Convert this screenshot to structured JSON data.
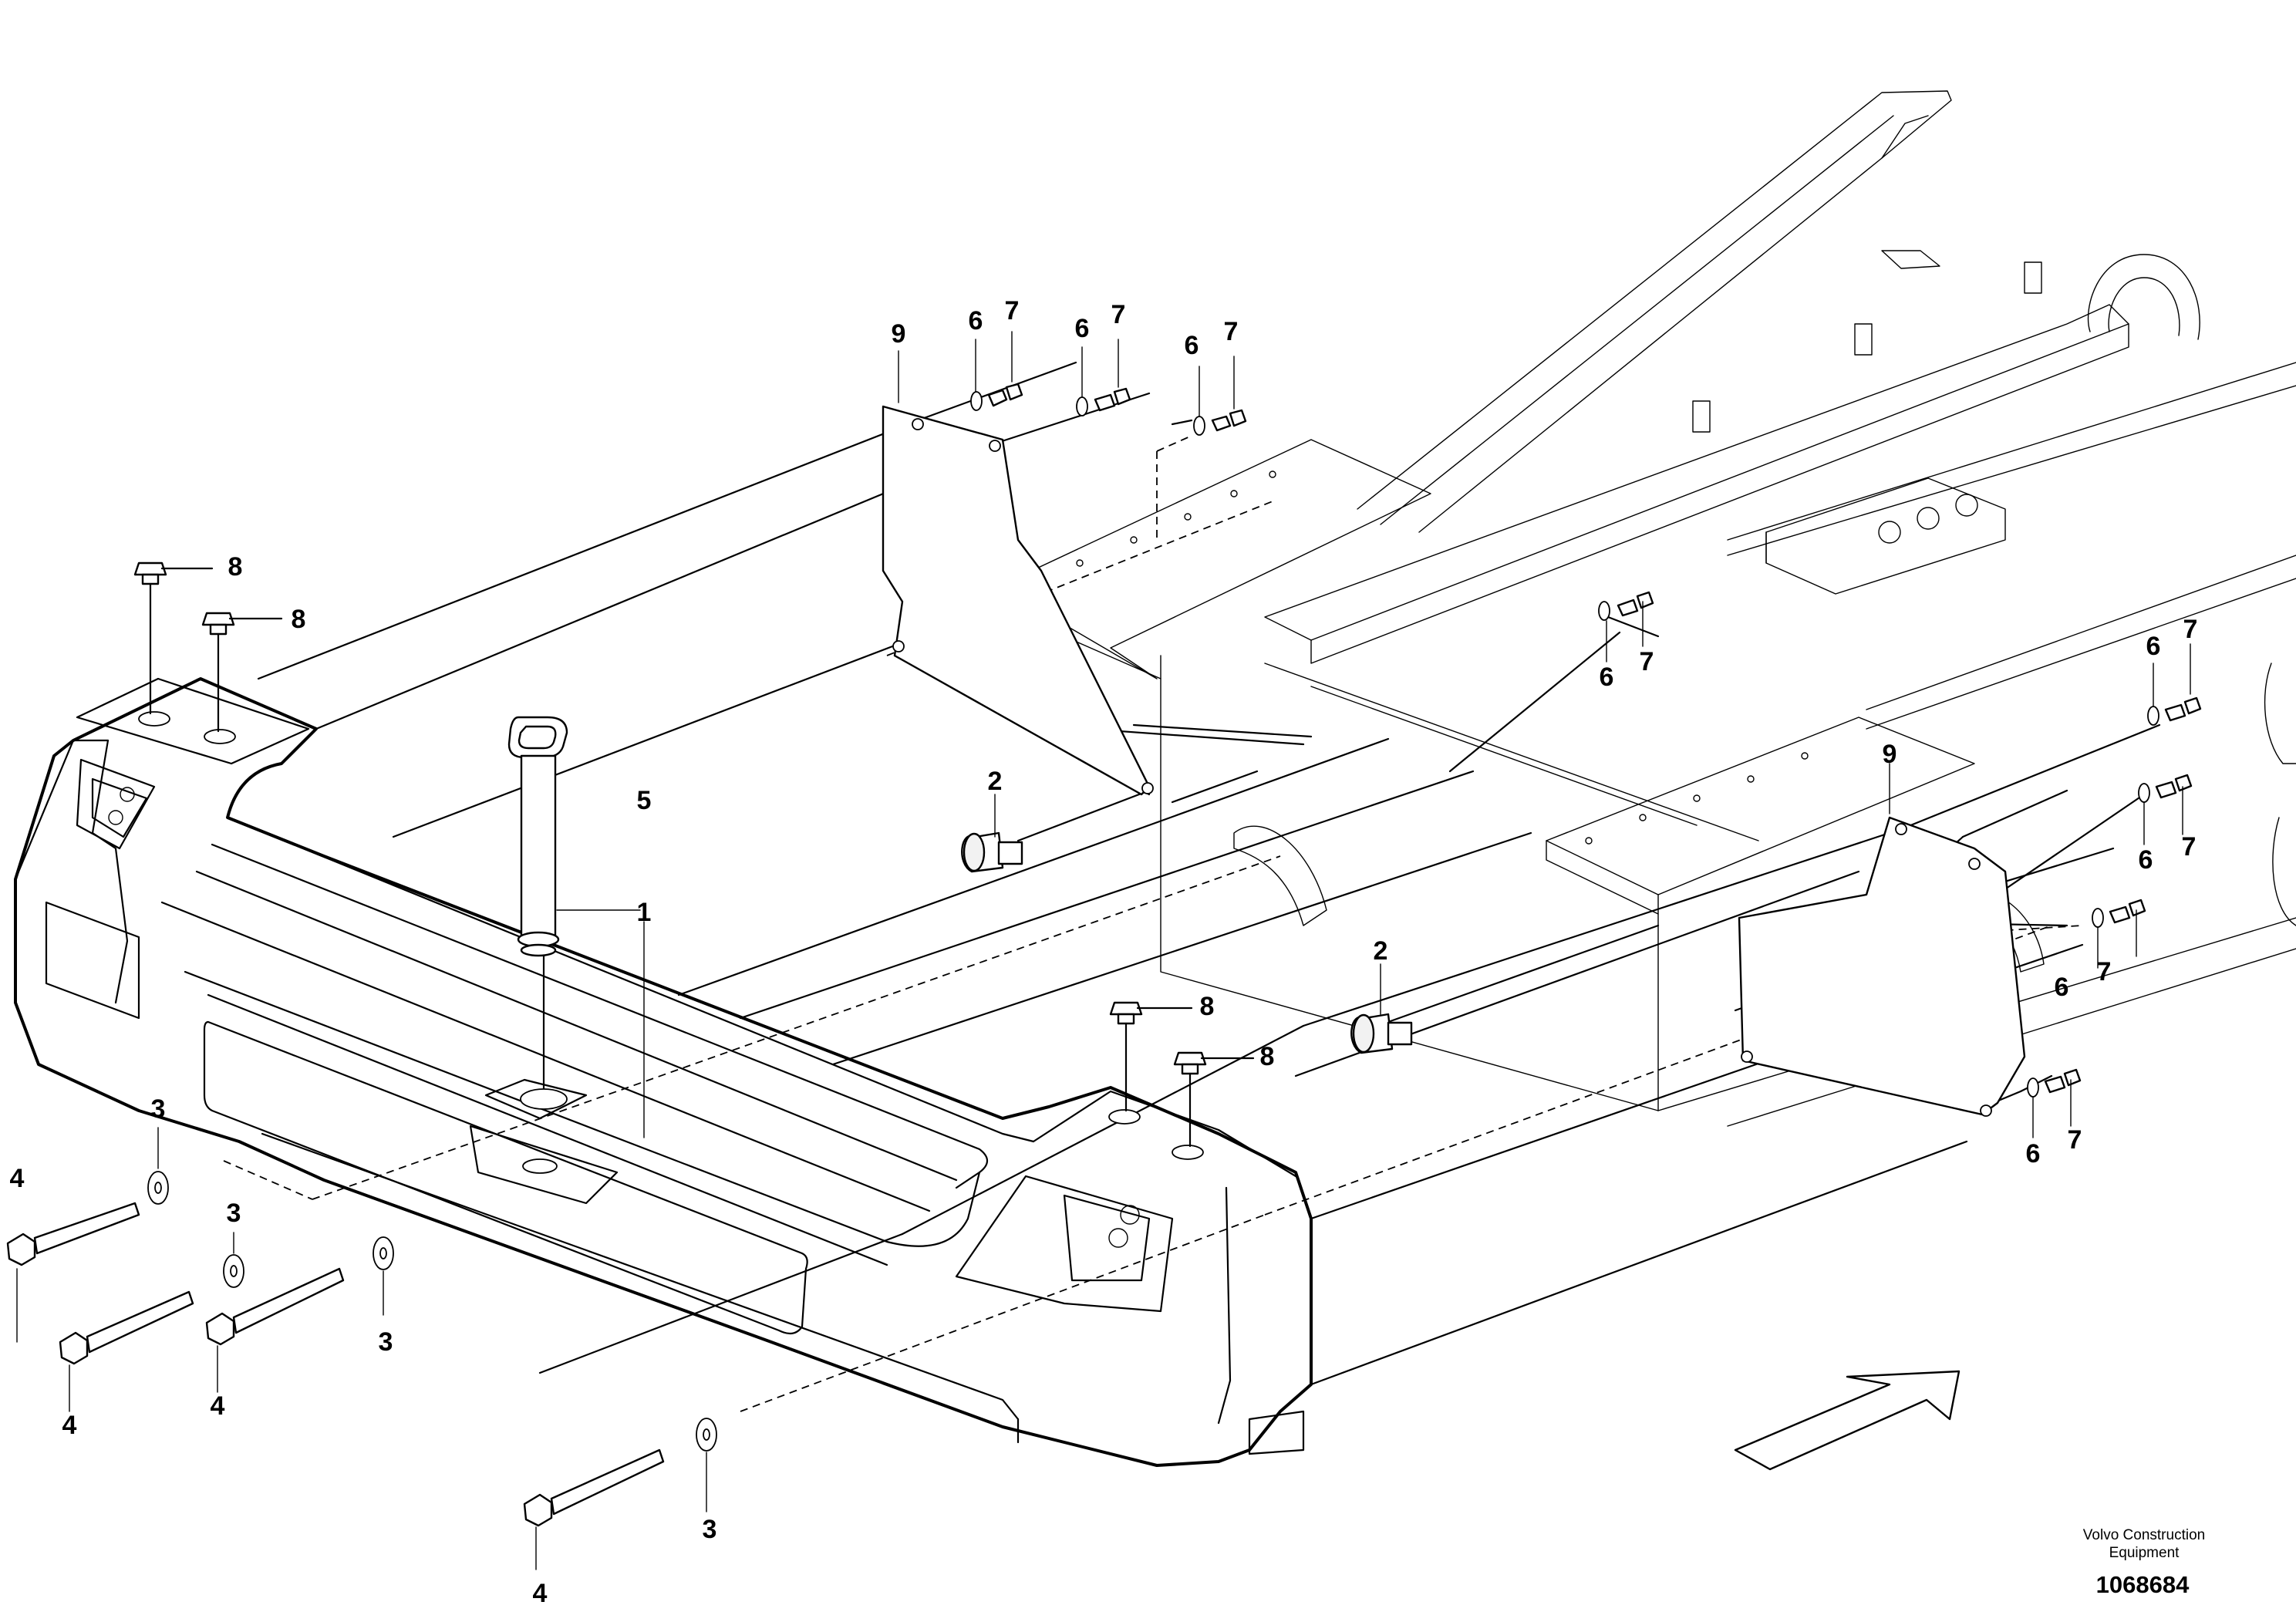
{
  "figure_number": "1068684",
  "credit_lines": [
    "Volvo Construction",
    "Equipment"
  ],
  "callouts": [
    {
      "id": "c1",
      "label": "1"
    },
    {
      "id": "c2a",
      "label": "2"
    },
    {
      "id": "c2b",
      "label": "2"
    },
    {
      "id": "c3a",
      "label": "3"
    },
    {
      "id": "c3b",
      "label": "3"
    },
    {
      "id": "c3c",
      "label": "3"
    },
    {
      "id": "c3d",
      "label": "3"
    },
    {
      "id": "c4a",
      "label": "4"
    },
    {
      "id": "c4b",
      "label": "4"
    },
    {
      "id": "c4c",
      "label": "4"
    },
    {
      "id": "c4d",
      "label": "4"
    },
    {
      "id": "c5",
      "label": "5"
    },
    {
      "id": "c6a",
      "label": "6"
    },
    {
      "id": "c6b",
      "label": "6"
    },
    {
      "id": "c6c",
      "label": "6"
    },
    {
      "id": "c6d",
      "label": "6"
    },
    {
      "id": "c6e",
      "label": "6"
    },
    {
      "id": "c6f",
      "label": "6"
    },
    {
      "id": "c6g",
      "label": "6"
    },
    {
      "id": "c6h",
      "label": "6"
    },
    {
      "id": "c7a",
      "label": "7"
    },
    {
      "id": "c7b",
      "label": "7"
    },
    {
      "id": "c7c",
      "label": "7"
    },
    {
      "id": "c7d",
      "label": "7"
    },
    {
      "id": "c7e",
      "label": "7"
    },
    {
      "id": "c7f",
      "label": "7"
    },
    {
      "id": "c7g",
      "label": "7"
    },
    {
      "id": "c7h",
      "label": "7"
    },
    {
      "id": "c8a",
      "label": "8"
    },
    {
      "id": "c8b",
      "label": "8"
    },
    {
      "id": "c8c",
      "label": "8"
    },
    {
      "id": "c8d",
      "label": "8"
    },
    {
      "id": "c9a",
      "label": "9"
    },
    {
      "id": "c9b",
      "label": "9"
    }
  ]
}
